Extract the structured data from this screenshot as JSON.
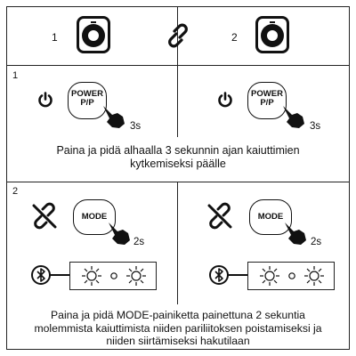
{
  "header": {
    "speaker_1_number": "1",
    "speaker_2_number": "2"
  },
  "step_1": {
    "number": "1",
    "button_label_line1": "POWER",
    "button_label_line2": "P/P",
    "duration": "3s",
    "caption_line1": "Paina ja pidä alhaalla 3 sekunnin ajan kaiuttimien",
    "caption_line2": "kytkemiseksi päälle"
  },
  "step_2": {
    "number": "2",
    "button_label": "MODE",
    "duration": "2s",
    "caption_line1": "Paina ja pidä MODE-painiketta painettuna 2 sekuntia",
    "caption_line2": "molemmista kaiuttimista niiden pariliitoksen poistamiseksi ja",
    "caption_line3": "niiden siirtämiseksi hakutilaan"
  },
  "icons": {
    "speaker": "speaker-icon",
    "link": "link-chain-icon",
    "power": "power-icon",
    "unlink": "broken-link-icon",
    "hand": "pointing-hand-icon",
    "bluetooth": "bluetooth-icon",
    "led": "flashing-led-icon"
  },
  "colors": {
    "line": "#222222",
    "ink": "#111111",
    "background": "#ffffff"
  }
}
